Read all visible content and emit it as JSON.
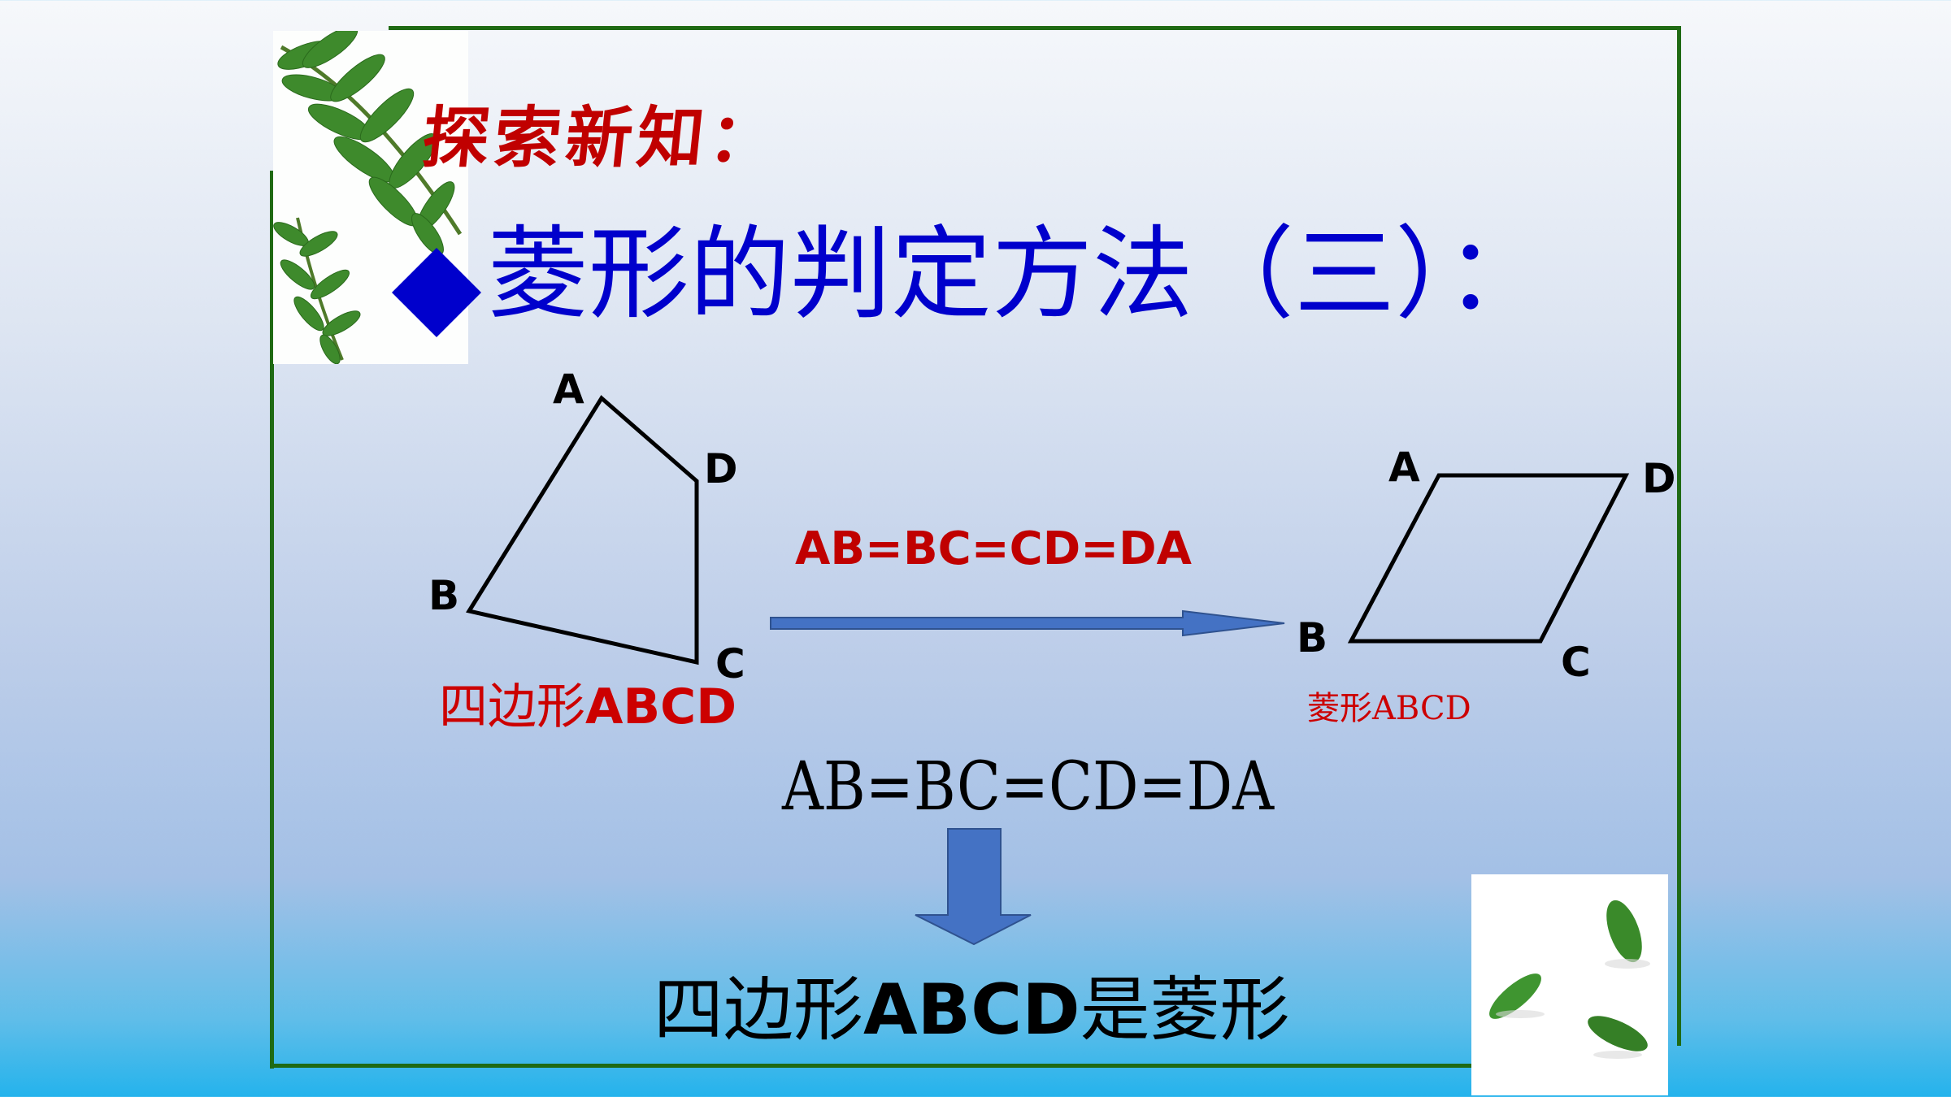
{
  "slide": {
    "section_title": "探索新知：",
    "method_title": "菱形的判定方法（三）：",
    "condition_red": "AB=BC=CD=DA",
    "quad_caption_zh": "四边形",
    "quad_caption_en": "ABCD",
    "rhombus_caption": "菱形ABCD",
    "condition_black": "AB=BC=CD=DA",
    "conclusion_zh1": "四边形",
    "conclusion_en": "ABCD",
    "conclusion_zh2": "是菱形"
  },
  "quadrilateral_vertices": {
    "a": "A",
    "b": "B",
    "c": "C",
    "d": "D"
  },
  "rhombus_vertices": {
    "a": "A",
    "b": "B",
    "c": "C",
    "d": "D"
  },
  "colors": {
    "frame": "#1f6a14",
    "title_red": "#c00000",
    "title_blue": "#0000cc",
    "arrow_blue": "#4472c4"
  }
}
